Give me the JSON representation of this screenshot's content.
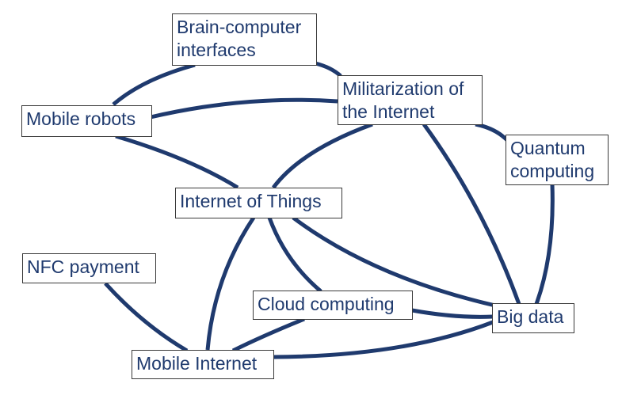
{
  "colors": {
    "edge": "#1f3a6e",
    "node_text": "#1f3a6e",
    "node_border": "#3a3a3a",
    "background": "#ffffff"
  },
  "nodes": {
    "bci": {
      "label_line1": "Brain-computer",
      "label_line2": "interfaces"
    },
    "militarization": {
      "label_line1": "Militarization of",
      "label_line2": "the Internet"
    },
    "mobile_robots": {
      "label": "Mobile robots"
    },
    "quantum": {
      "label_line1": "Quantum",
      "label_line2": "computing"
    },
    "iot": {
      "label": "Internet of Things"
    },
    "nfc": {
      "label": "NFC payment"
    },
    "cloud": {
      "label": "Cloud computing"
    },
    "big_data": {
      "label": "Big data"
    },
    "mobile_internet": {
      "label": "Mobile Internet"
    }
  },
  "edges": [
    [
      "bci",
      "mobile_robots"
    ],
    [
      "bci",
      "militarization"
    ],
    [
      "mobile_robots",
      "militarization"
    ],
    [
      "mobile_robots",
      "iot"
    ],
    [
      "militarization",
      "iot"
    ],
    [
      "militarization",
      "quantum"
    ],
    [
      "militarization",
      "big_data"
    ],
    [
      "quantum",
      "big_data"
    ],
    [
      "iot",
      "mobile_internet"
    ],
    [
      "iot",
      "cloud"
    ],
    [
      "iot",
      "big_data"
    ],
    [
      "nfc",
      "mobile_internet"
    ],
    [
      "cloud",
      "mobile_internet"
    ],
    [
      "cloud",
      "big_data"
    ],
    [
      "mobile_internet",
      "big_data"
    ]
  ]
}
